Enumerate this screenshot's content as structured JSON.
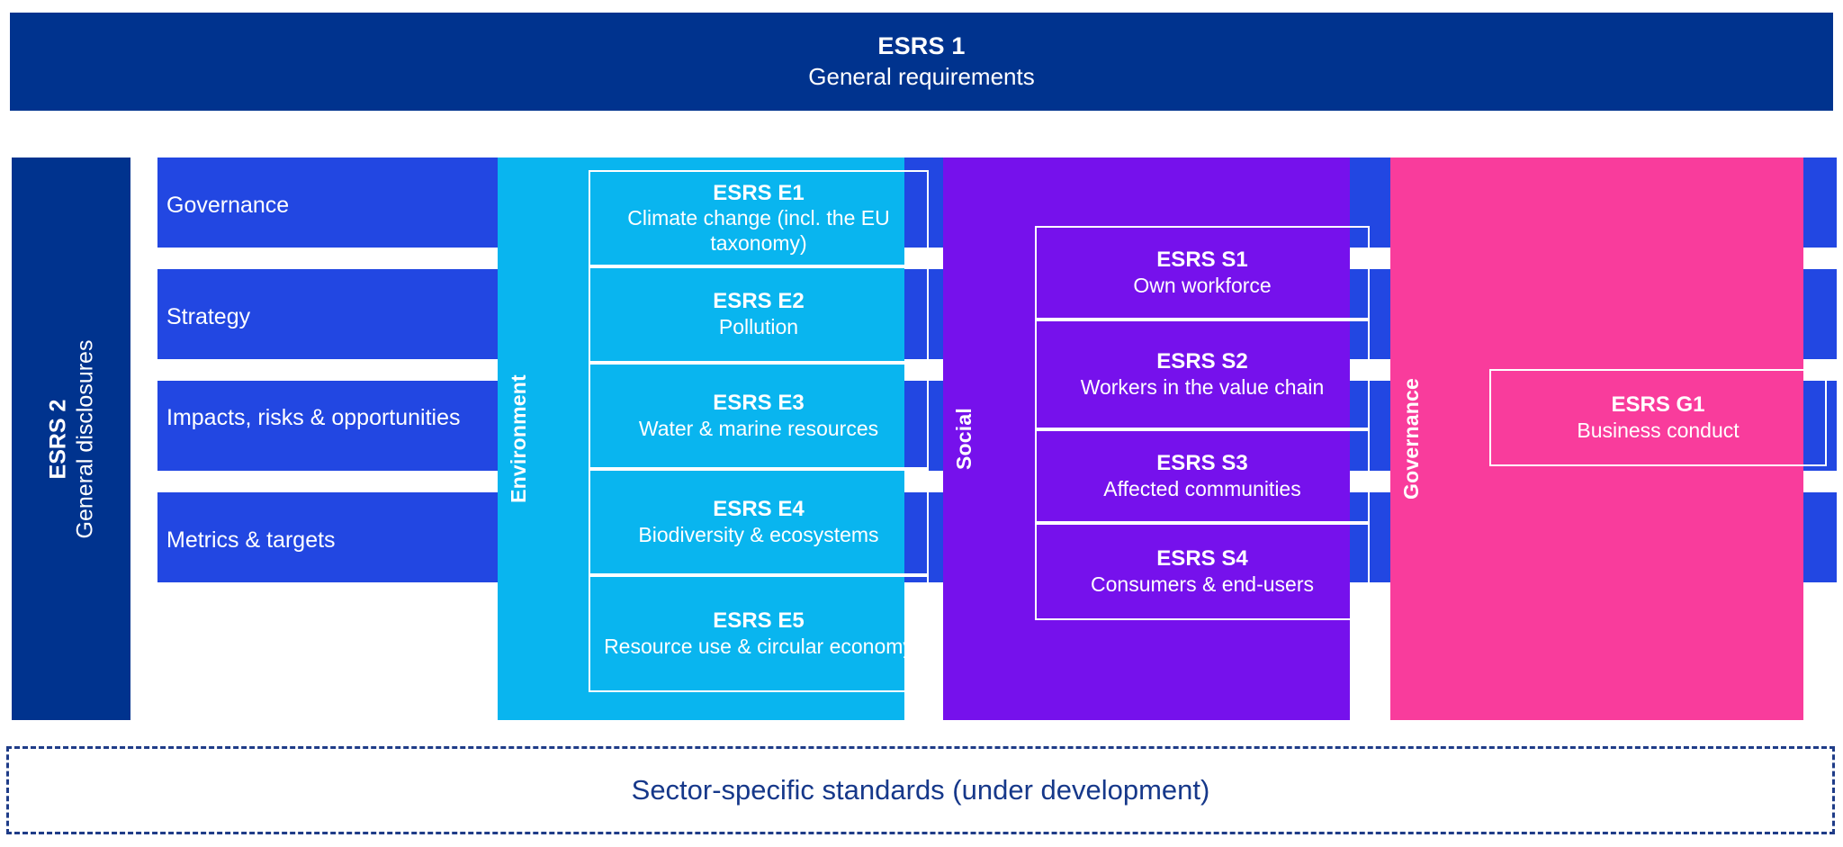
{
  "banner": {
    "title": "ESRS 1",
    "subtitle": "General requirements",
    "color": "#00338E"
  },
  "spine": {
    "title": "ESRS 2",
    "subtitle": "General disclosures",
    "color": "#00338E"
  },
  "bands": {
    "color": "#2247E2",
    "items": [
      {
        "label": "Governance"
      },
      {
        "label": "Strategy"
      },
      {
        "label": "Impacts, risks & opportunities"
      },
      {
        "label": "Metrics & targets"
      }
    ]
  },
  "pillars": [
    {
      "axis_label": "Environment",
      "color": "#09B5EF",
      "cards": [
        {
          "code": "ESRS E1",
          "name": "Climate change (incl. the EU taxonomy)"
        },
        {
          "code": "ESRS E2",
          "name": "Pollution"
        },
        {
          "code": "ESRS E3",
          "name": "Water & marine resources"
        },
        {
          "code": "ESRS E4",
          "name": "Biodiversity & ecosystems"
        },
        {
          "code": "ESRS E5",
          "name": "Resource use & circular economy"
        }
      ]
    },
    {
      "axis_label": "Social",
      "color": "#7611EC",
      "cards": [
        {
          "code": "ESRS S1",
          "name": "Own workforce"
        },
        {
          "code": "ESRS S2",
          "name": "Workers in the  value chain"
        },
        {
          "code": "ESRS S3",
          "name": "Affected communities"
        },
        {
          "code": "ESRS S4",
          "name": "Consumers & end-users"
        }
      ]
    },
    {
      "axis_label": "Governance",
      "color": "#F93C9C",
      "cards": [
        {
          "code": "ESRS G1",
          "name": "Business conduct"
        }
      ]
    }
  ],
  "sector": {
    "label": "Sector-specific standards (under development)",
    "border_color": "#1F3C88",
    "text_color": "#16388A"
  }
}
